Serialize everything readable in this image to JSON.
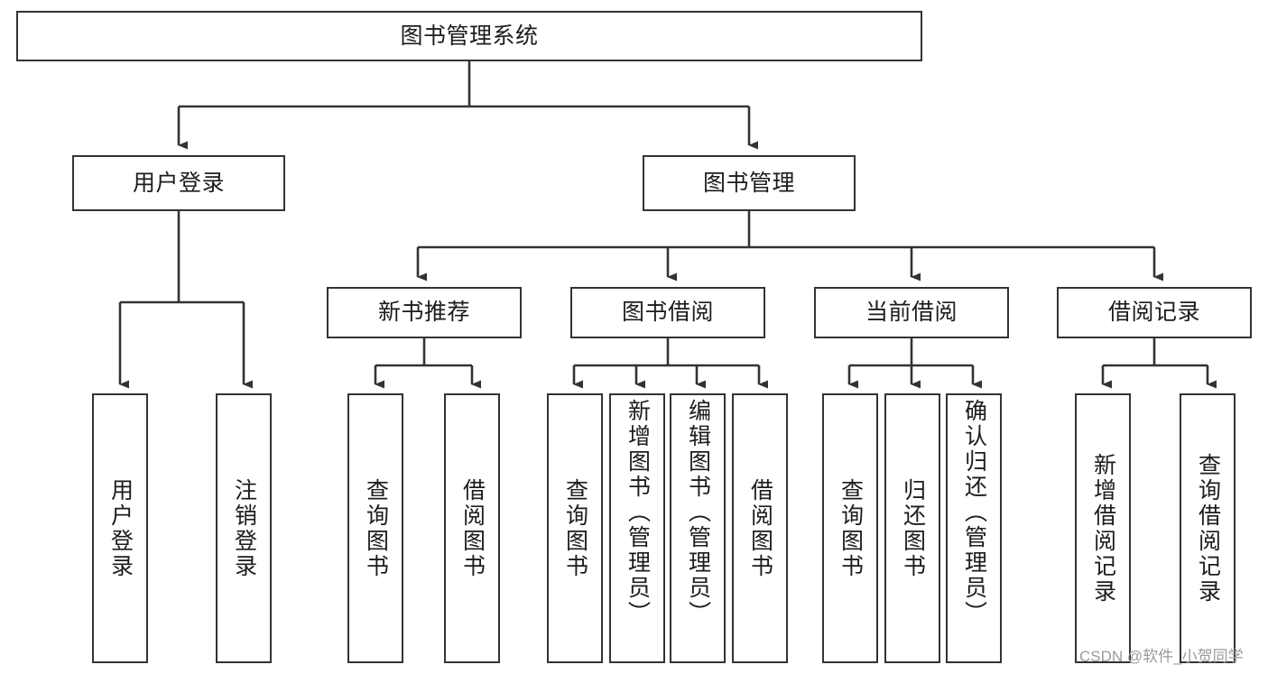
{
  "diagram": {
    "title": "图书管理系统",
    "type": "tree-hierarchy",
    "stroke_color": "#333333",
    "fill_color": "#ffffff",
    "text_color": "#1c1c1c"
  },
  "nodes": {
    "root": {
      "label": "图书管理系统"
    },
    "level1": [
      {
        "label": "用户登录"
      },
      {
        "label": "图书管理"
      }
    ],
    "level2": [
      {
        "label": "新书推荐"
      },
      {
        "label": "图书借阅"
      },
      {
        "label": "当前借阅"
      },
      {
        "label": "借阅记录"
      }
    ],
    "leaves": {
      "user_login": [
        {
          "label": "用户登录"
        },
        {
          "label": "注销登录"
        }
      ],
      "new_book": [
        {
          "label": "查询图书"
        },
        {
          "label": "借阅图书"
        }
      ],
      "book_borrow": [
        {
          "label": "查询图书"
        },
        {
          "label": "新增图书（管理员）"
        },
        {
          "label": "编辑图书（管理员）"
        },
        {
          "label": "借阅图书"
        }
      ],
      "current_borrow": [
        {
          "label": "查询图书"
        },
        {
          "label": "归还图书"
        },
        {
          "label": "确认归还（管理员）"
        }
      ],
      "borrow_record": [
        {
          "label": "新增借阅记录"
        },
        {
          "label": "查询借阅记录"
        }
      ]
    }
  },
  "watermark": {
    "text": "CSDN @软件_小贺同学"
  }
}
